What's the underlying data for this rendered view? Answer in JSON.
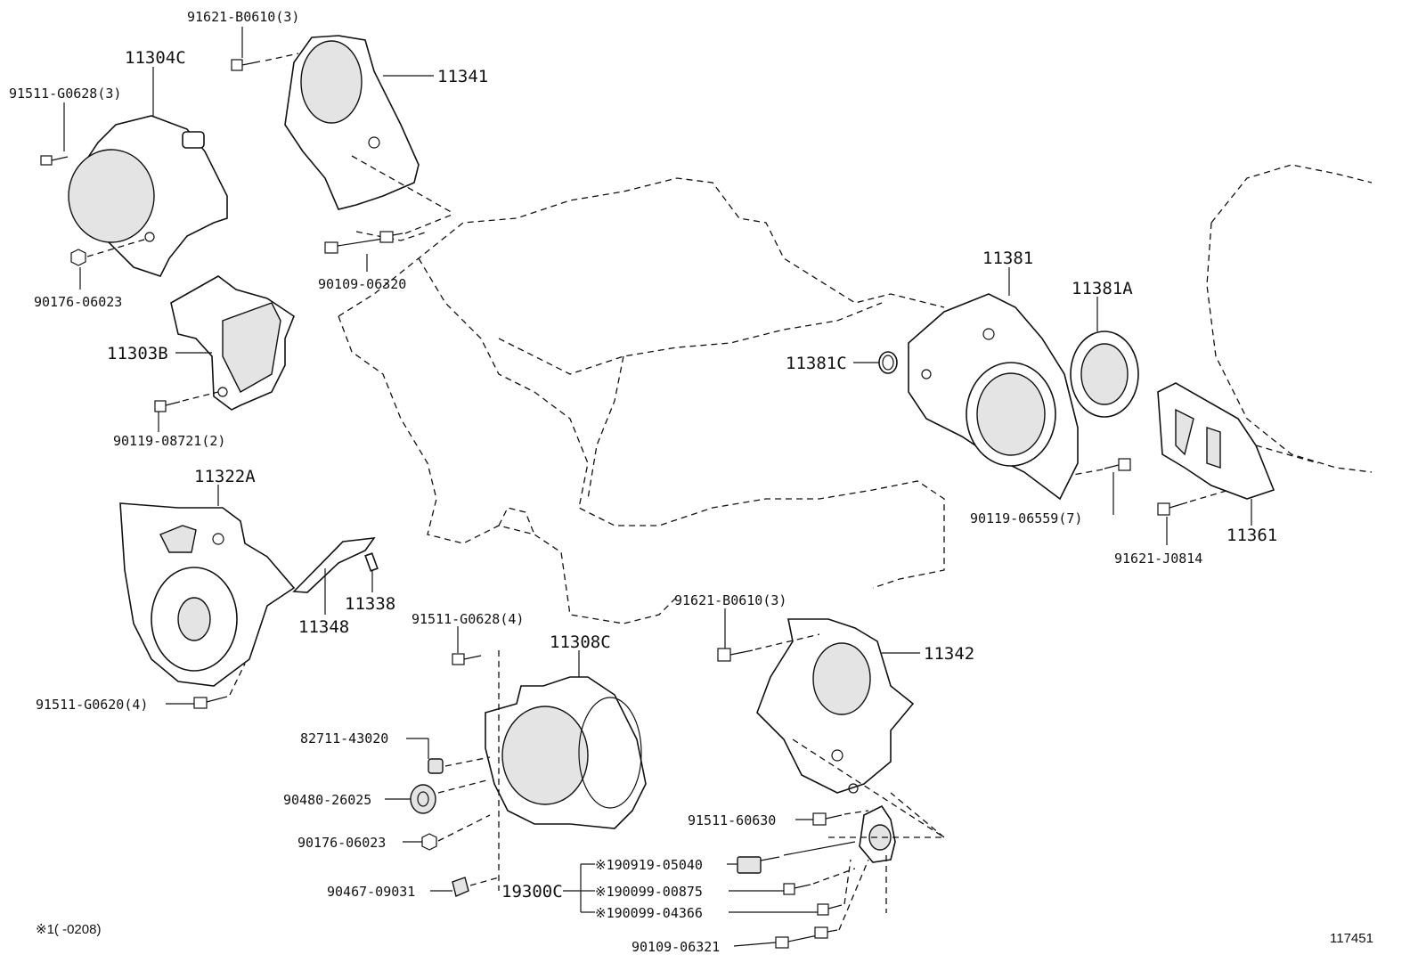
{
  "parts": {
    "p11304c": "11304C",
    "p91621_b0610_top": "91621-B0610(3)",
    "p11341": "11341",
    "p91511_g0628_3": "91511-G0628(3)",
    "p90176_06023_top": "90176-06023",
    "p90109_06320": "90109-06320",
    "p11303b": "11303B",
    "p90119_08721": "90119-08721(2)",
    "p11322a": "11322A",
    "p11338": "11338",
    "p11348": "11348",
    "p91511_g0620": "91511-G0620(4)",
    "p91511_g0628_4": "91511-G0628(4)",
    "p11308c": "11308C",
    "p82711_43020": "82711-43020",
    "p90480_26025": "90480-26025",
    "p90176_06023_bottom": "90176-06023",
    "p90467_09031": "90467-09031",
    "p19300c": "19300C",
    "p190919_05040": "※190919-05040",
    "p190099_00875": "※190099-00875",
    "p190099_04366": "※190099-04366",
    "p90109_06321": "90109-06321",
    "p91511_60630": "91511-60630",
    "p91621_b0610_mid": "91621-B0610(3)",
    "p11342": "11342",
    "p11381": "11381",
    "p11381a": "11381A",
    "p11381c": "11381C",
    "p90119_06559": "90119-06559(7)",
    "p91621_j0814": "91621-J0814",
    "p11361": "11361"
  },
  "footnote": "※1(     -0208)",
  "diagram_number": "117451"
}
